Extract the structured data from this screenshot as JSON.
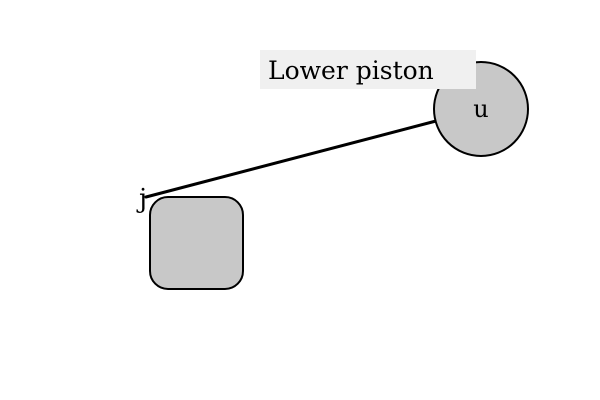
{
  "diagram": {
    "nodes": {
      "u": {
        "label": "u"
      },
      "j": {
        "label": "j"
      }
    },
    "annotation": {
      "text": "Lower piston"
    },
    "edges": [
      {
        "from": "j",
        "to": "u"
      }
    ]
  },
  "colors": {
    "node_fill": "#c8c8c8",
    "stroke": "#000000",
    "label_box": "#f0f0f0",
    "background": "#ffffff"
  }
}
